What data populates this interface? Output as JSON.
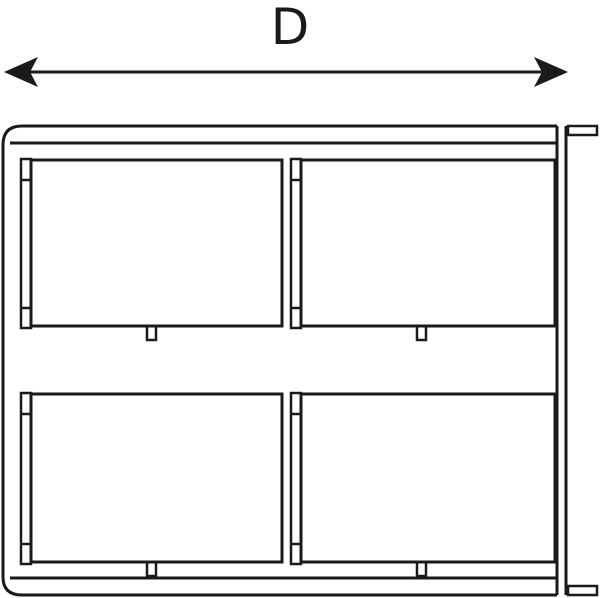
{
  "diagram": {
    "dimension_label": "D",
    "stroke_color": "#1a1a1a",
    "drawers": [
      {
        "name": "top-left"
      },
      {
        "name": "top-right"
      },
      {
        "name": "bottom-left"
      },
      {
        "name": "bottom-right"
      }
    ]
  }
}
